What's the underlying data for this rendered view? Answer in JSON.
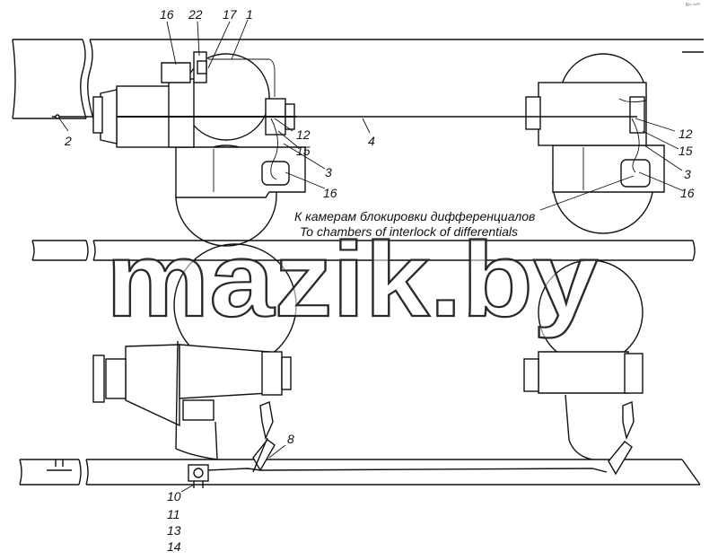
{
  "watermark": "mazik.by",
  "corner_code": "6²⁹ ⁵⁵⁰⁰",
  "captions": {
    "ru": "К камерам блокировки дифференциалов",
    "en": "To chambers of interlock of differentials"
  },
  "callouts": {
    "c16a": "16",
    "c22": "22",
    "c17": "17",
    "c1": "1",
    "c2": "2",
    "c4": "4",
    "c12a": "12",
    "c15a": "15",
    "c3a": "3",
    "c16b": "16",
    "c12b": "12",
    "c15b": "15",
    "c3b": "3",
    "c16c": "16",
    "c8": "8",
    "c10": "10",
    "c11": "11",
    "c13": "13",
    "c14": "14"
  }
}
